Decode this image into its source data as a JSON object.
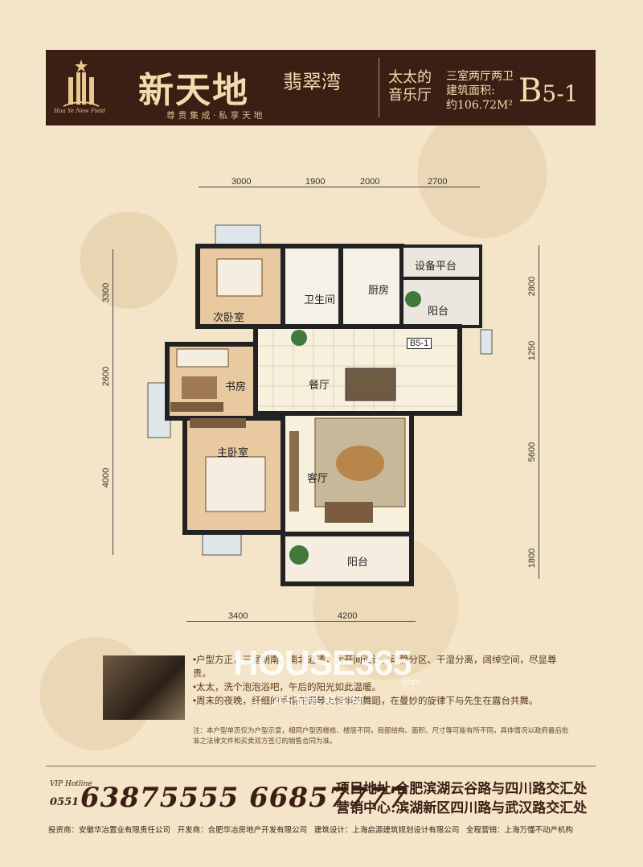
{
  "header": {
    "logo_caption": "Hua Ye New Field",
    "brand": "新天地",
    "sub_brand": "翡翠湾",
    "slogan": "尊 贵 集 成 · 私 享 天 地",
    "theme_line1": "太太的",
    "theme_line2": "音乐厅",
    "layout": "三室两厅两卫",
    "area_label": "建筑面积:",
    "area_value": "约106.72M²",
    "unit_main": "B",
    "unit_sub": "5-1"
  },
  "dims_top": [
    "3000",
    "1900",
    "2000",
    "2700"
  ],
  "dims_bottom": [
    "3400",
    "4200"
  ],
  "dims_left": [
    "3300",
    "2600",
    "4000"
  ],
  "dims_right": [
    "2800",
    "1250",
    "5600",
    "1800"
  ],
  "rooms": {
    "secondary_bedroom": "次卧室",
    "bathroom": "卫生间",
    "kitchen": "厨房",
    "equipment": "设备平台",
    "balcony_small": "阳台",
    "unit_tag": "B5-1",
    "study": "书房",
    "dining": "餐厅",
    "master_bedroom": "主卧室",
    "living": "客厅",
    "balcony_big": "阳台"
  },
  "bullets": [
    "•户型方正，三室朝南，南北通透，大开间设计，动静分区、干湿分离，阔绰空间，尽显尊贵。",
    "•太太，洗个泡泡浴吧，午后的阳光如此温暖。",
    "•周末的夜晚，纤细的手指在钢琴上悄悄的舞蹈，在曼妙的旋律下与先生在露台共舞。"
  ],
  "note": "注：本户型单页仅为户型示意，相同户型因楼栋、楼层不同，局部结构、面积、尺寸等可能有所不同，具体情况以政府最后批准之法律文件和买卖双方签订的销售合同为准。",
  "watermark": {
    "main": "HOUSE365",
    "sub": "365淘房·安家网",
    "domain": ".com"
  },
  "footer": {
    "vip": "VIP Hotline",
    "area_code": "0551",
    "phones": "63875555 66857777",
    "addr_project": "项目地址:合肥滨湖云谷路与四川路交汇处",
    "addr_sales": "营销中心:滨湖新区四川路与武汉路交汇处",
    "investor": "投资商：安徽华冶置业有限责任公司",
    "developer": "开发商：合肥华冶房地产开发有限公司",
    "designer": "建筑设计：上海启源建筑规划设计有限公司",
    "agent": "全程营销：上海万懂不动产机构"
  },
  "colors": {
    "header_bg": "#3b1e14",
    "gold": "#f2dcae",
    "paper": "#f4e4c8"
  }
}
